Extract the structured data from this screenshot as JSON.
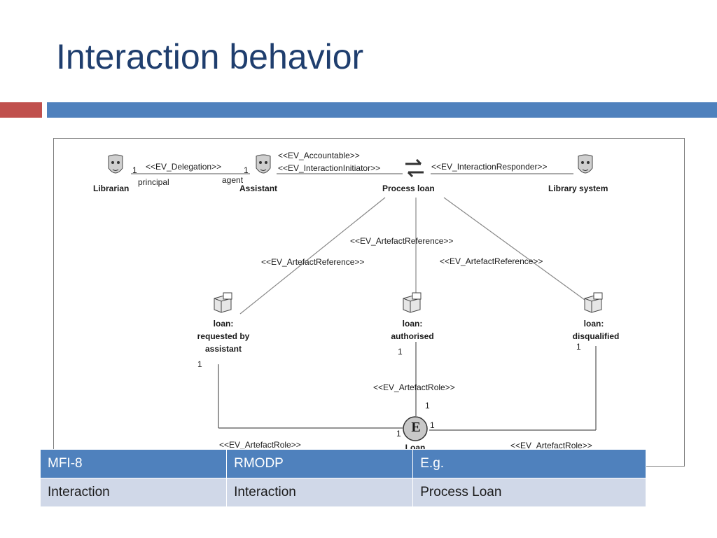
{
  "slide": {
    "title": "Interaction behavior",
    "colors": {
      "title": "#1f3e6e",
      "accent_red": "#c0504d",
      "accent_blue": "#4f81bd",
      "table_header": "#4f81bd",
      "table_row": "#d0d8e8"
    }
  },
  "diagram": {
    "actors": {
      "librarian": "Librarian",
      "assistant": "Assistant",
      "library_system": "Library system"
    },
    "interaction": "Process loan",
    "stereotypes": {
      "delegation": "<<EV_Delegation>>",
      "accountable": "<<EV_Accountable>>",
      "initiator": "<<EV_InteractionInitiator>>",
      "responder": "<<EV_InteractionResponder>>",
      "artefact_ref_left": "<<EV_ArtefactReference>>",
      "artefact_ref_middle": "<<EV_ArtefactReference>>",
      "artefact_ref_right": "<<EV_ArtefactReference>>",
      "artefact_role_middle": "<<EV_ArtefactRole>>",
      "artefact_role_left": "<<EV_ArtefactRole>>",
      "artefact_role_right": "<<EV_ArtefactRole>>"
    },
    "roles": {
      "principal": "principal",
      "agent": "agent"
    },
    "multiplicities": {
      "librarian": "1",
      "assistant": "1",
      "requested": "1",
      "authorised": "1",
      "disqualified": "1",
      "e_top": "1",
      "e_left": "1",
      "e_right": "1"
    },
    "objects": {
      "requested": [
        "loan:",
        "requested by",
        "assistant"
      ],
      "authorised": [
        "loan:",
        "authorised"
      ],
      "disqualified": [
        "loan:",
        "disqualified"
      ]
    },
    "entity": {
      "symbol": "E",
      "name": "Loan"
    }
  },
  "table": {
    "headers": [
      "MFI-8",
      "RMODP",
      "E.g."
    ],
    "rows": [
      [
        "Interaction",
        "Interaction",
        "Process Loan"
      ]
    ]
  }
}
